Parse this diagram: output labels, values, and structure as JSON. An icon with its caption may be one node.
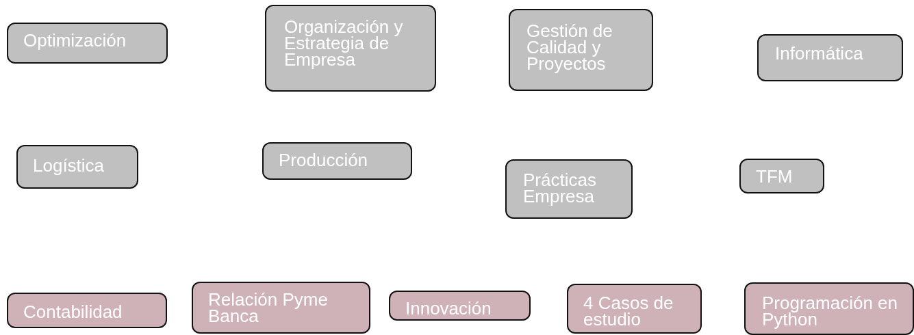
{
  "diagram": {
    "nodes": [
      {
        "text": [
          "Optimización"
        ]
      },
      {
        "text": [
          "Organización y Estrategia de Empresa"
        ]
      },
      {
        "text": [
          "Gestión de Calidad y Proyectos"
        ]
      },
      {
        "text": [
          "Informática"
        ]
      },
      {
        "text": [
          "Logística"
        ]
      },
      {
        "text": [
          "Producción"
        ]
      },
      {
        "text": [
          "Prácticas Empresa"
        ]
      },
      {
        "text": [
          "TFM"
        ]
      },
      {
        "text": [
          "Contabilidad"
        ]
      },
      {
        "text": [
          "Relación Pyme Banca"
        ]
      },
      {
        "text": [
          "Innovación"
        ]
      },
      {
        "text": [
          "4 Casos de estudio"
        ]
      },
      {
        "text": [
          "Programación en Python"
        ]
      }
    ]
  }
}
